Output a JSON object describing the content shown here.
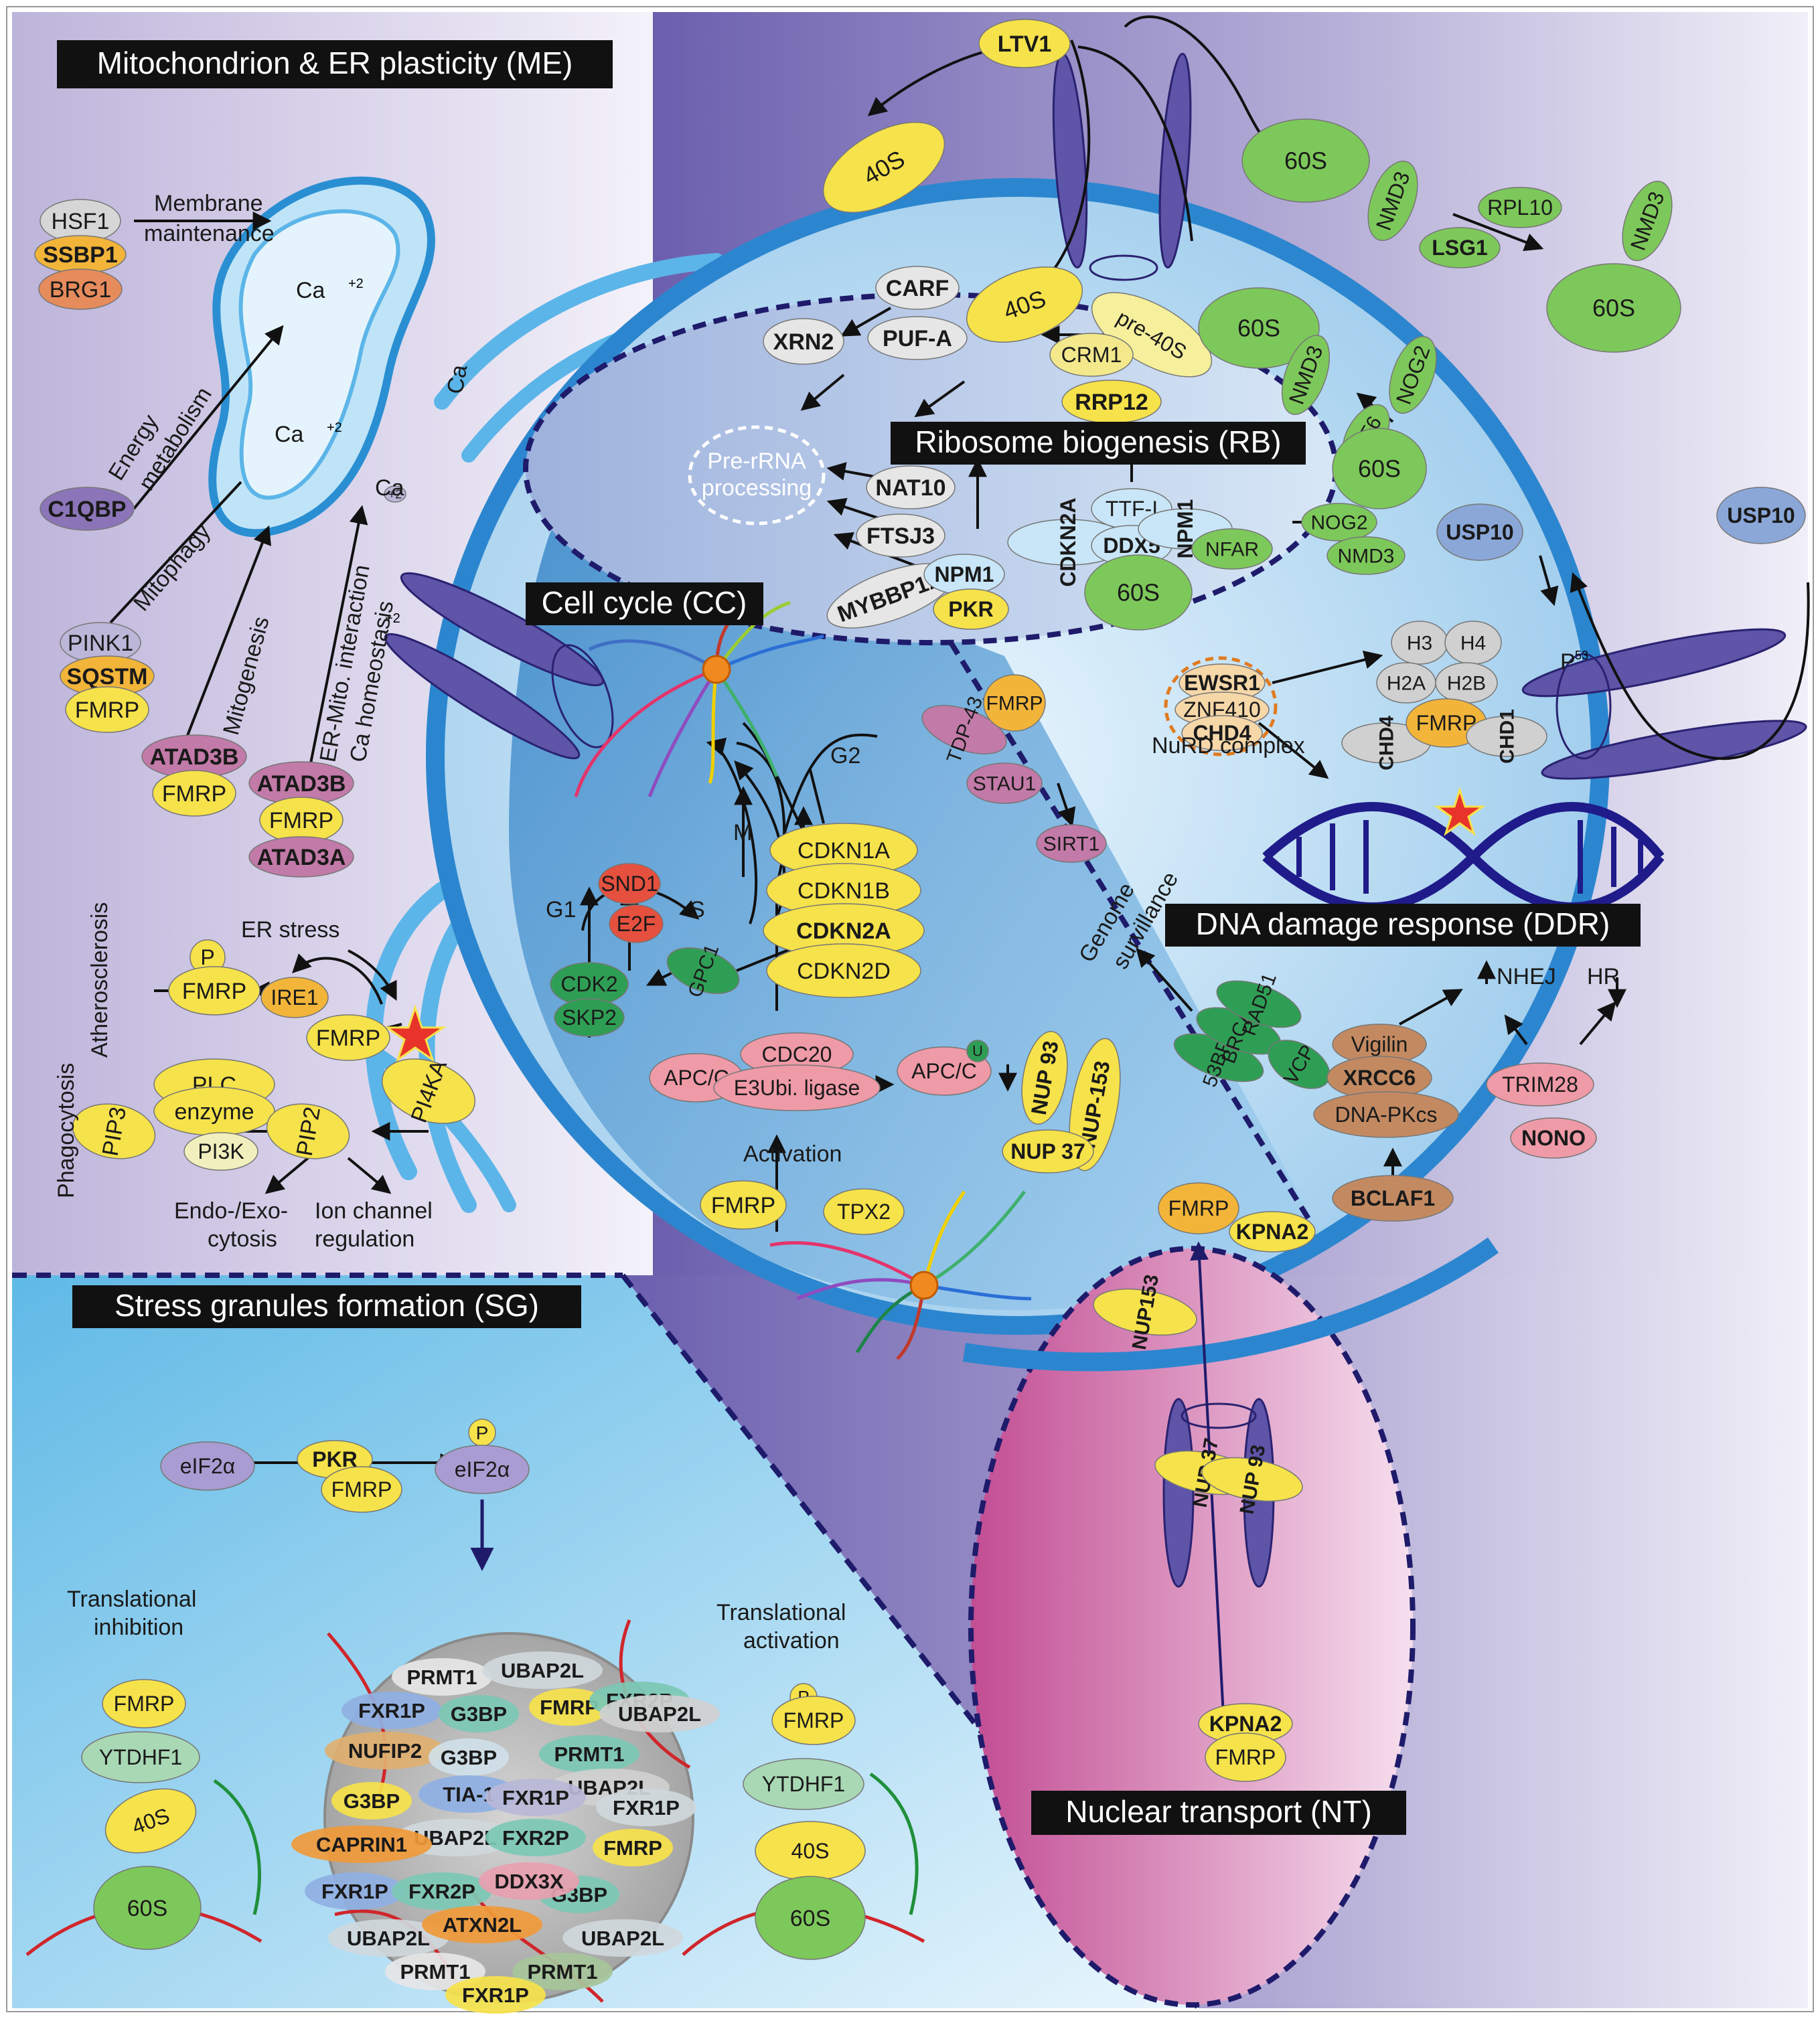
{
  "sections": {
    "me": {
      "title": "Mitochondrion & ER plasticity (ME)"
    },
    "rb": {
      "title": "Ribosome biogenesis (RB)"
    },
    "cc": {
      "title": "Cell cycle (CC)"
    },
    "ddr": {
      "title": "DNA damage response (DDR)"
    },
    "sg": {
      "title": "Stress granules formation (SG)"
    },
    "nt": {
      "title": "Nuclear transport (NT)"
    }
  },
  "me": {
    "hsf1": "HSF1",
    "ssbp1": "SSBP1",
    "brg1": "BRG1",
    "membrane_l1": "Membrane",
    "membrane_l2": "maintenance",
    "energy_l1": "Energy",
    "energy_l2": "metabolism",
    "ca1": "Ca",
    "ca2": "Ca",
    "ca3": "Ca",
    "ca4": "Ca",
    "ca_sup": "+2",
    "c1qbp": "C1QBP",
    "mitophagy": "Mitophagy",
    "mitogenesis": "Mitogenesis",
    "er_mito_l1": "ER-Mito. interaction",
    "er_mito_l2": "Ca   homeostasis",
    "er_mito_sup": "+2",
    "pink1": "PINK1",
    "sqstm": "SQSTM",
    "fmrp1": "FMRP",
    "atad3b1": "ATAD3B",
    "fmrp2": "FMRP",
    "atad3b2": "ATAD3B",
    "fmrp3": "FMRP",
    "atad3a": "ATAD3A",
    "er_stress": "ER stress",
    "atherosclerosis": "Atherosclerosis",
    "p": "P",
    "fmrp_p": "FMRP",
    "ire1": "IRE1",
    "fmrp4": "FMRP",
    "plc_l1": "PLC",
    "plc_l2": "enzyme",
    "pip3": "PIP3",
    "pip2": "PIP2",
    "pi3k": "PI3K",
    "pi4ka": "PI4KA",
    "phagocytosis": "Phagocytosis",
    "endo_l1": "Endo-/Exo-",
    "endo_l2": "cytosis",
    "ion_l1": "Ion channel",
    "ion_l2": "regulation"
  },
  "rb": {
    "ltv1": "LTV1",
    "s40a": "40S",
    "s60a": "60S",
    "nmd3a": "NMD3",
    "rpl10": "RPL10",
    "lsg1": "LSG1",
    "nmd3b": "NMD3",
    "s60b": "60S",
    "carf": "CARF",
    "xrn2": "XRN2",
    "pufa": "PUF-A",
    "s40b": "40S",
    "pre40s": "pre-40S",
    "crm1": "CRM1",
    "rrp12": "RRP12",
    "s60c": "60S",
    "nmd3c": "NMD3",
    "nog2a": "NOG2",
    "eif6": "eIF6",
    "prerna_l1": "Pre-rRNA",
    "prerna_l2": "processing",
    "nat10": "NAT10",
    "ftsj3": "FTSJ3",
    "mybbp1a": "MYBBP1A",
    "npm1a": "NPM1",
    "pkr": "PKR",
    "cdkn2a": "CDKN2A",
    "ttf1": "TTF-I",
    "ddx5": "DDX5",
    "npm1b": "NPM1",
    "nfar": "NFAR",
    "nog2b": "NOG2",
    "nmd3d": "NMD3",
    "s60d": "60S",
    "s60e": "60S",
    "usp10a": "USP10",
    "usp10b": "USP10",
    "p53": "P",
    "p53_sup": "53"
  },
  "cc": {
    "g1": "G1",
    "s": "S",
    "m": "M",
    "g2": "G2",
    "snd1": "SND1",
    "e2f": "E2F",
    "gpc1": "GPC1",
    "cdk2": "CDK2",
    "skp2": "SKP2",
    "cdkn1a": "CDKN1A",
    "cdkn1b": "CDKN1B",
    "cdkn2a": "CDKN2A",
    "cdkn2d": "CDKN2D",
    "cdc20": "CDC20",
    "apcc1": "APC/C",
    "apcc2": "APC/C",
    "u": "U",
    "e3": "E3Ubi. ligase",
    "activation": "Activation",
    "fmrp": "FMRP",
    "tpx2": "TPX2",
    "nup93": "NUP 93",
    "nup153": "NUP-153",
    "nup37": "NUP 37"
  },
  "ddr": {
    "tdp43": "TDP-43",
    "fmrp1": "FMRP",
    "stau1": "STAU1",
    "sirt1": "SIRT1",
    "ewsr1": "EWSR1",
    "znf410": "ZNF410",
    "chd4": "CHD4",
    "nurd": "NuRD complex",
    "h3": "H3",
    "h4": "H4",
    "h2a": "H2A",
    "h2b": "H2B",
    "chd4b": "CHD4",
    "fmrp2": "FMRP",
    "chd1": "CHD1",
    "genome_l1": "Genome",
    "genome_l2": "survillance",
    "p53bp1": "53BP1",
    "brca1": "BRCA1",
    "rad51": "RAD51",
    "vcp": "VCP",
    "vigilin": "Vigilin",
    "xrcc6": "XRCC6",
    "dnapkcs": "DNA-PKcs",
    "nhej": "NHEJ",
    "hr": "HR",
    "trim28": "TRIM28",
    "nono": "NONO",
    "bclaf1": "BCLAF1"
  },
  "nt": {
    "fmrp1": "FMRP",
    "kpna2a": "KPNA2",
    "nup153": "NUP153",
    "nup37": "NUP 37",
    "nup93": "NUP 93",
    "kpna2b": "KPNA2",
    "fmrp2": "FMRP"
  },
  "sg": {
    "eif2a1": "eIF2α",
    "pkr": "PKR",
    "fmrp1": "FMRP",
    "p": "P",
    "eif2a2": "eIF2α",
    "ti_l1": "Translational",
    "ti_l2": "inhibition",
    "ta_l1": "Translational",
    "ta_l2": "activation",
    "fmrp_l": "FMRP",
    "ytdhf1_l": "YTDHF1",
    "s40_l": "40S",
    "s60_l": "60S",
    "p_r": "P",
    "fmrp_r": "FMRP",
    "ytdhf1_r": "YTDHF1",
    "s40_r": "40S",
    "s60_r": "60S",
    "granule": [
      "PRMT1",
      "UBAP2L",
      "FXR1P",
      "G3BP",
      "FMRP",
      "FXR2P",
      "UBAP2L",
      "NUFIP2",
      "G3BP",
      "PRMT1",
      "UBAP2L",
      "G3BP",
      "TIA-1",
      "FXR1P",
      "FXR1P",
      "UBAP2L",
      "FXR2P",
      "CAPRIN1",
      "FMRP",
      "FXR1P",
      "FXR2P",
      "G3BP",
      "UBAP2L",
      "DDX3X",
      "UBAP2L",
      "ATXN2L",
      "PRMT1",
      "PRMT1",
      "FXR1P"
    ]
  },
  "colors": {
    "purple_panel": "#c9c2e0",
    "blue_panel": "#cfe9f7",
    "nucleus": "#3a8fd0",
    "dashed": "#1f1b6b",
    "yellow": "#f6e24a",
    "green": "#7dc85a",
    "pink": "#e9a6b6"
  }
}
